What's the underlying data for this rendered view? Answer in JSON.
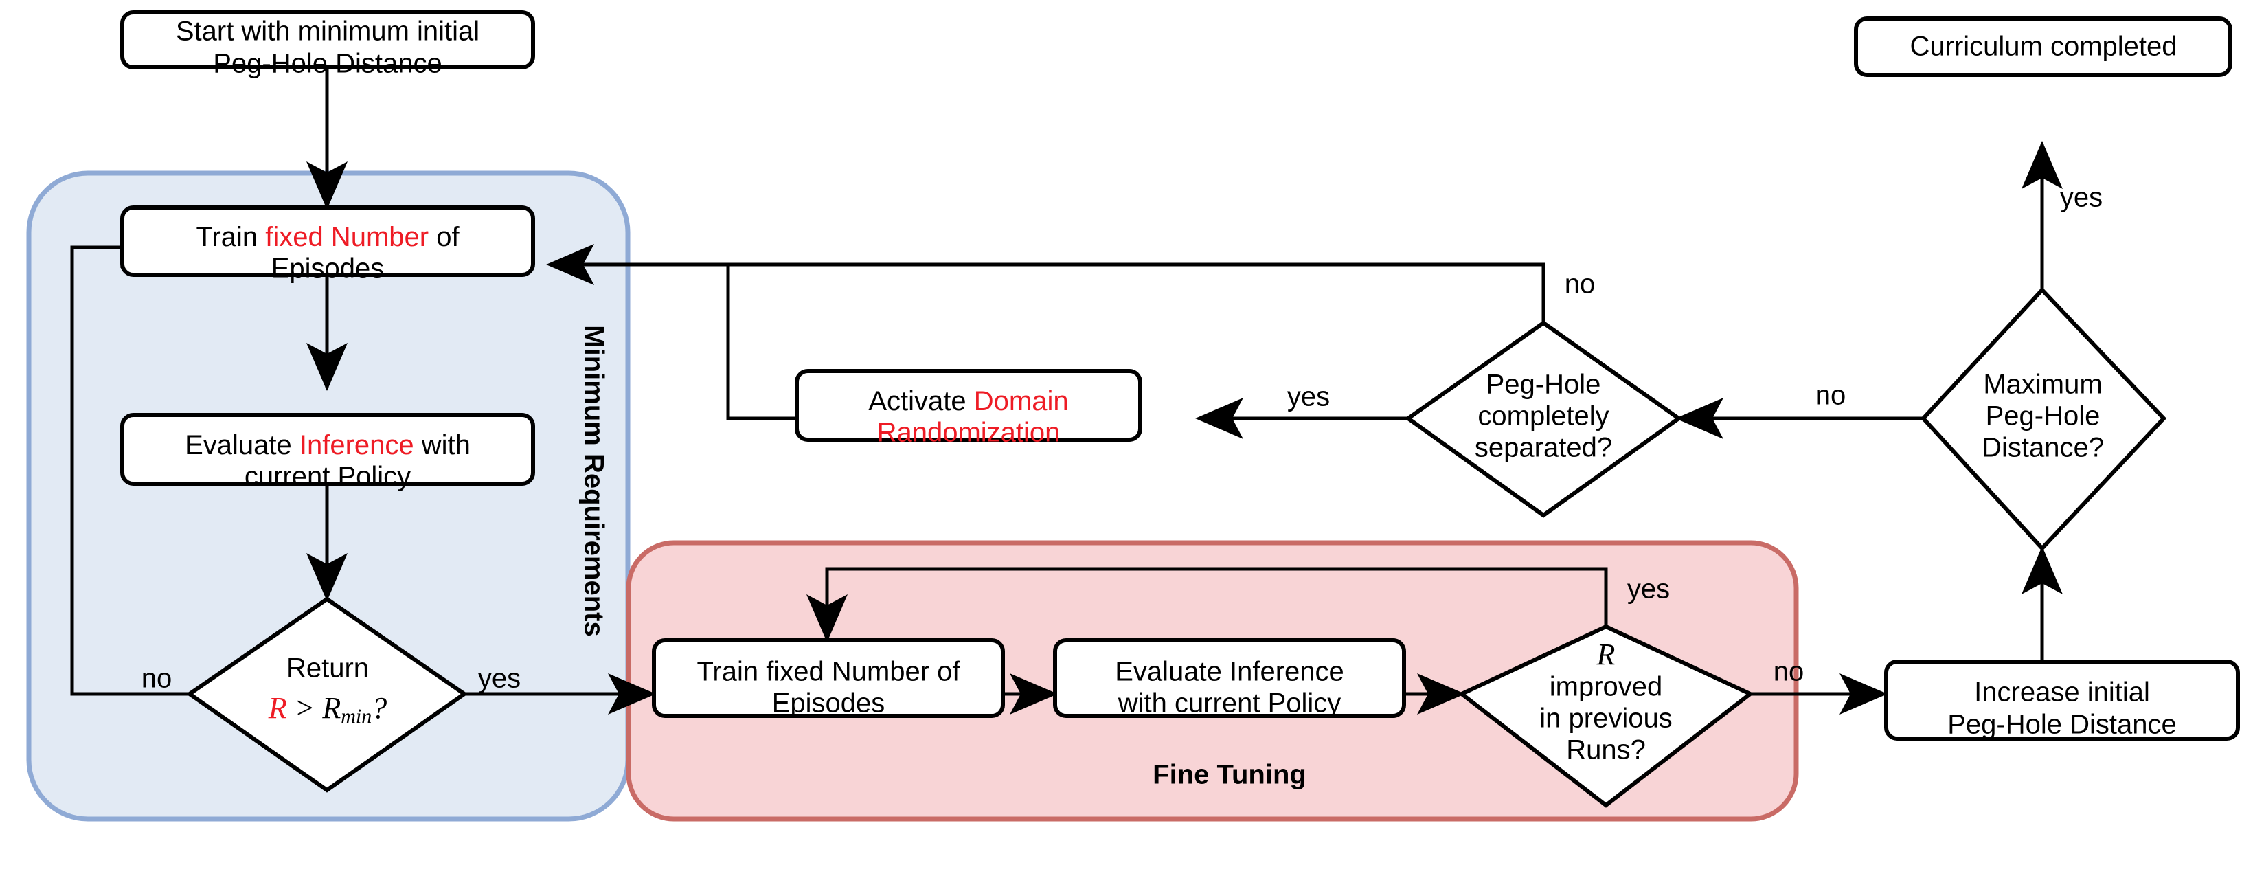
{
  "diagram": {
    "title": "Curriculum learning flowchart for Peg-in-Hole reinforcement learning",
    "colors": {
      "accent_red": "#ee1c25",
      "group_min_req_fill": "#e2eaf4",
      "group_min_req_stroke": "#8faad5",
      "group_fine_tuning_fill": "#f8d4d6",
      "group_fine_tuning_stroke": "#c96b66",
      "node_fill": "#ffffff",
      "stroke": "#000000"
    },
    "groups": [
      {
        "id": "minimum-requirements",
        "label": "Minimum Requirements",
        "orientation": "vertical"
      },
      {
        "id": "fine-tuning",
        "label": "Fine Tuning",
        "orientation": "horizontal"
      }
    ],
    "nodes": {
      "start": {
        "shape": "rounded-rect",
        "lines": [
          "Start with minimum initial",
          "Peg-Hole Distance"
        ]
      },
      "train_mr": {
        "shape": "rounded-rect",
        "lines": [
          [
            "Train ",
            "fixed Number",
            " of"
          ],
          [
            "Episodes"
          ]
        ],
        "highlight": "fixed Number"
      },
      "evaluate_mr": {
        "shape": "rounded-rect",
        "lines": [
          [
            "Evaluate ",
            "Inference",
            " with"
          ],
          [
            "current Policy"
          ]
        ],
        "highlight": "Inference"
      },
      "return_check": {
        "shape": "diamond",
        "lines": [
          "Return",
          "R > R_min ?"
        ],
        "math": "R > R_{min}?"
      },
      "train_ft": {
        "shape": "rounded-rect",
        "lines": [
          "Train fixed Number of",
          "Episodes"
        ]
      },
      "evaluate_ft": {
        "shape": "rounded-rect",
        "lines": [
          "Evaluate Inference",
          "with current Policy"
        ]
      },
      "r_improved": {
        "shape": "diamond",
        "lines": [
          "R",
          "improved",
          "in previous",
          "Runs?"
        ]
      },
      "domain_random": {
        "shape": "rounded-rect",
        "lines": [
          [
            "Activate ",
            "Domain"
          ],
          [
            "Randomization"
          ]
        ],
        "highlight": "Domain Randomization"
      },
      "peg_separated": {
        "shape": "diamond",
        "lines": [
          "Peg-Hole",
          "completely",
          "separated?"
        ]
      },
      "max_distance": {
        "shape": "diamond",
        "lines": [
          "Maximum",
          "Peg-Hole",
          "Distance?"
        ]
      },
      "increase_distance": {
        "shape": "rounded-rect",
        "lines": [
          "Increase initial",
          "Peg-Hole Distance"
        ]
      },
      "curriculum_done": {
        "shape": "rounded-rect",
        "lines": [
          "Curriculum completed"
        ]
      }
    },
    "edge_labels": {
      "return_no": "no",
      "return_yes": "yes",
      "r_improved_yes": "yes",
      "r_improved_no": "no",
      "peg_separated_yes": "yes",
      "peg_separated_no": "no",
      "max_distance_yes": "yes",
      "max_distance_no": "no"
    },
    "text": {
      "start_l1": "Start with minimum initial",
      "start_l2": "Peg-Hole Distance",
      "train_mr_l1a": "Train ",
      "train_mr_l1b": "fixed Number",
      "train_mr_l1c": " of",
      "train_mr_l2": "Episodes",
      "eval_mr_l1a": "Evaluate ",
      "eval_mr_l1b": "Inference",
      "eval_mr_l1c": " with",
      "eval_mr_l2": "current Policy",
      "return_l1": "Return",
      "return_R": "R",
      "return_gt": " > ",
      "return_Rmin": "R",
      "return_min": "min",
      "return_q": "?",
      "train_ft_l1": "Train fixed Number of",
      "train_ft_l2": "Episodes",
      "eval_ft_l1": "Evaluate Inference",
      "eval_ft_l2": "with current Policy",
      "rimp_R": "R",
      "rimp_l2": "improved",
      "rimp_l3": "in previous",
      "rimp_l4": "Runs?",
      "dr_l1a": "Activate ",
      "dr_l1b": "Domain",
      "dr_l2": "Randomization",
      "peg_l1": "Peg-Hole",
      "peg_l2": "completely",
      "peg_l3": "separated?",
      "max_l1": "Maximum",
      "max_l2": "Peg-Hole",
      "max_l3": "Distance?",
      "inc_l1": "Increase initial",
      "inc_l2": "Peg-Hole Distance",
      "done_l1": "Curriculum completed",
      "group_mr": "Minimum Requirements",
      "group_ft": "Fine Tuning",
      "lbl_no": "no",
      "lbl_yes": "yes"
    }
  }
}
